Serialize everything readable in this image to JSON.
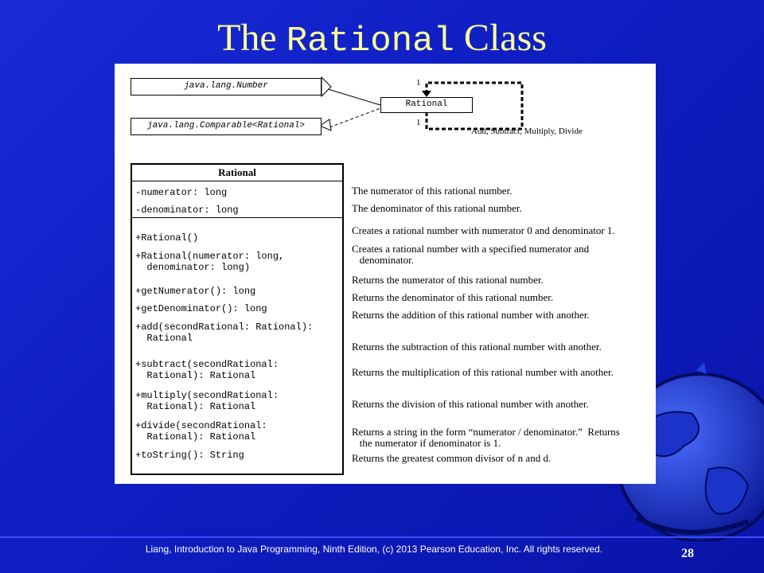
{
  "slide": {
    "title_pre": "The ",
    "title_code": "Rational",
    "title_post": " Class",
    "footer": "Liang, Introduction to Java Programming, Ninth Edition, (c) 2013 Pearson Education, Inc. All rights reserved.",
    "page_number": "28"
  },
  "diagram": {
    "number_interface": "java.lang.Number",
    "comparable_interface": "java.lang.Comparable<Rational>",
    "rational_small": "Rational",
    "mult_top": "1",
    "mult_bottom": "1",
    "self_assoc_label": "Add, Subtract, Multiply, Divide"
  },
  "class": {
    "name": "Rational",
    "fields": [
      "-numerator: long",
      "-denominator: long"
    ],
    "methods": [
      "+Rational()",
      "+Rational(numerator: long,\n  denominator: long)",
      "+getNumerator(): long",
      "+getDenominator(): long",
      "+add(secondRational: Rational):\n  Rational",
      "+subtract(secondRational:\n  Rational): Rational",
      "+multiply(secondRational:\n  Rational): Rational",
      "+divide(secondRational:\n  Rational): Rational",
      "+toString(): String"
    ],
    "descriptions": [
      "The numerator of this rational number.",
      "The denominator of this rational number.",
      "Creates a rational number with numerator 0 and denominator 1.",
      "Creates a rational number with a specified numerator and\n   denominator.",
      "Returns the numerator of this rational number.",
      "Returns the denominator of this rational number.",
      "Returns the addition of this rational number with another.",
      "Returns the subtraction of this rational number with another.",
      "Returns the multiplication of this rational number with another.",
      "Returns the division of this rational number with another.",
      "Returns a string in the form “numerator / denominator.”  Returns\n   the numerator if denominator is 1.",
      "Returns the greatest common divisor of n and d."
    ]
  },
  "colors": {
    "title": "#ffff99",
    "background": "#1428d0"
  }
}
